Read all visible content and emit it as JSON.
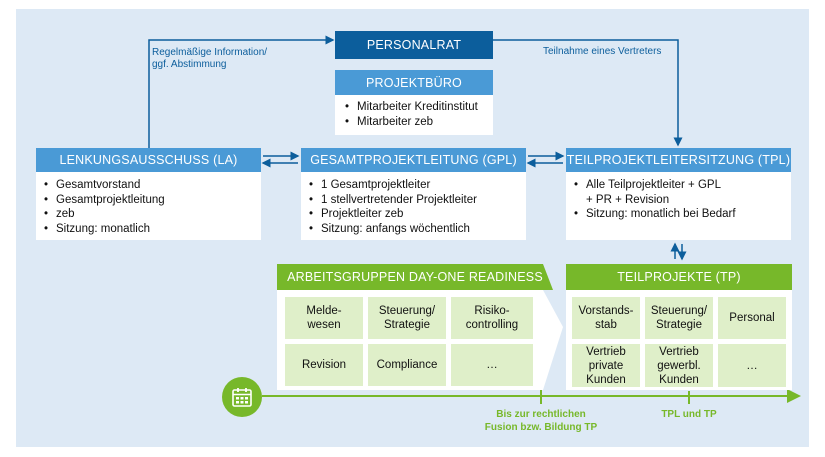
{
  "personalrat": {
    "title": "PERSONALRAT"
  },
  "projektbuero": {
    "title": "PROJEKTBÜRO",
    "items": [
      "Mitarbeiter Kreditinstitut",
      "Mitarbeiter zeb"
    ]
  },
  "la": {
    "title": "LENKUNGSAUSSCHUSS (LA)",
    "items": [
      "Gesamtvorstand",
      "Gesamtprojektleitung",
      "zeb",
      "Sitzung: monatlich"
    ]
  },
  "gpl": {
    "title": "GESAMTPROJEKTLEITUNG (GPL)",
    "items": [
      "1 Gesamtprojektleiter",
      "1 stellvertretender Projektleiter",
      "Projektleiter zeb",
      "Sitzung: anfangs wöchentlich"
    ]
  },
  "tpl": {
    "title": "TEILPROJEKTLEITERSITZUNG (TPL)",
    "items": [
      "Alle Teilprojektleiter + GPL + PR + Revision",
      "Sitzung: monatlich bei Bedarf"
    ]
  },
  "labels": {
    "left_arrow": [
      "Regelmäßige Information/",
      "ggf. Abstimmung"
    ],
    "right_arrow": "Teilnahme eines Vertreters"
  },
  "arbeitsgruppen": {
    "title": "ARBEITSGRUPPEN DAY-ONE READINESS",
    "cells": [
      [
        "Melde-",
        "wesen"
      ],
      [
        "Steuerung/",
        "Strategie"
      ],
      [
        "Risiko-",
        "controlling"
      ],
      [
        "Revision"
      ],
      [
        "Compliance"
      ],
      [
        "…"
      ]
    ]
  },
  "teilprojekte": {
    "title": "TEILPROJEKTE (TP)",
    "cells": [
      [
        "Vorstands-",
        "stab"
      ],
      [
        "Steuerung/",
        "Strategie"
      ],
      [
        "Personal"
      ],
      [
        "Vertrieb",
        "private",
        "Kunden"
      ],
      [
        "Vertrieb",
        "gewerbl.",
        "Kunden"
      ],
      [
        "…"
      ]
    ]
  },
  "timeline": {
    "label1": [
      "Bis zur rechtlichen",
      "Fusion bzw. Bildung TP"
    ],
    "label2": "TPL und TP"
  },
  "icons": [
    "calendar-icon",
    "arrow-right-icon",
    "arrow-up-down-icon"
  ],
  "colors": {
    "dark_blue": "#0c5e9c",
    "mid_blue": "#4a9ad6",
    "green": "#77b82a",
    "light_green": "#dfefc9",
    "background": "#dde9f5"
  }
}
